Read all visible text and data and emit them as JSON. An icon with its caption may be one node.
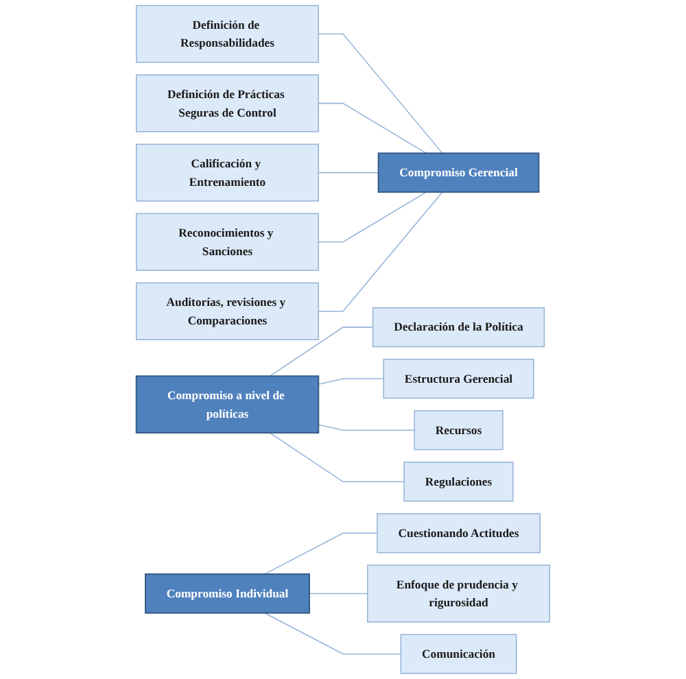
{
  "diagram": {
    "nodes": [
      {
        "text": [
          "Definición de Responsabilidades"
        ]
      },
      {
        "text": [
          "Definición de Prácticas Seguras de Control"
        ]
      },
      {
        "text": [
          "Calificación y Entrenamiento"
        ]
      },
      {
        "text": [
          "Reconocimientos y Sanciones"
        ]
      },
      {
        "text": [
          "Auditorías, revisiones y Comparaciones"
        ]
      },
      {
        "text": [
          "Compromiso a nivel de políticas"
        ]
      },
      {
        "text": [
          "Compromiso Gerencial"
        ]
      },
      {
        "text": [
          "Compromiso Individual"
        ]
      },
      {
        "text": [
          "Declaración de la Política"
        ]
      },
      {
        "text": [
          "Estructura Gerencial"
        ]
      },
      {
        "text": [
          "Recursos"
        ]
      },
      {
        "text": [
          "Regulaciones"
        ]
      },
      {
        "text": [
          "Cuestionando Actitudes"
        ]
      },
      {
        "text": [
          "Enfoque de prudencia y rigurosidad"
        ]
      },
      {
        "text": [
          "Comunicación"
        ]
      }
    ],
    "edges": [
      {
        "from": 0,
        "to": 6,
        "arrow": "none"
      },
      {
        "from": 1,
        "to": 6,
        "arrow": "none"
      },
      {
        "from": 2,
        "to": 6,
        "arrow": "none"
      },
      {
        "from": 3,
        "to": 6,
        "arrow": "none"
      },
      {
        "from": 4,
        "to": 6,
        "arrow": "none"
      },
      {
        "from": 5,
        "to": 8,
        "arrow": "none"
      },
      {
        "from": 5,
        "to": 9,
        "arrow": "none"
      },
      {
        "from": 5,
        "to": 10,
        "arrow": "none"
      },
      {
        "from": 5,
        "to": 11,
        "arrow": "none"
      },
      {
        "from": 7,
        "to": 12,
        "arrow": "none"
      },
      {
        "from": 7,
        "to": 13,
        "arrow": "none"
      },
      {
        "from": 7,
        "to": 14,
        "arrow": "none"
      }
    ]
  }
}
